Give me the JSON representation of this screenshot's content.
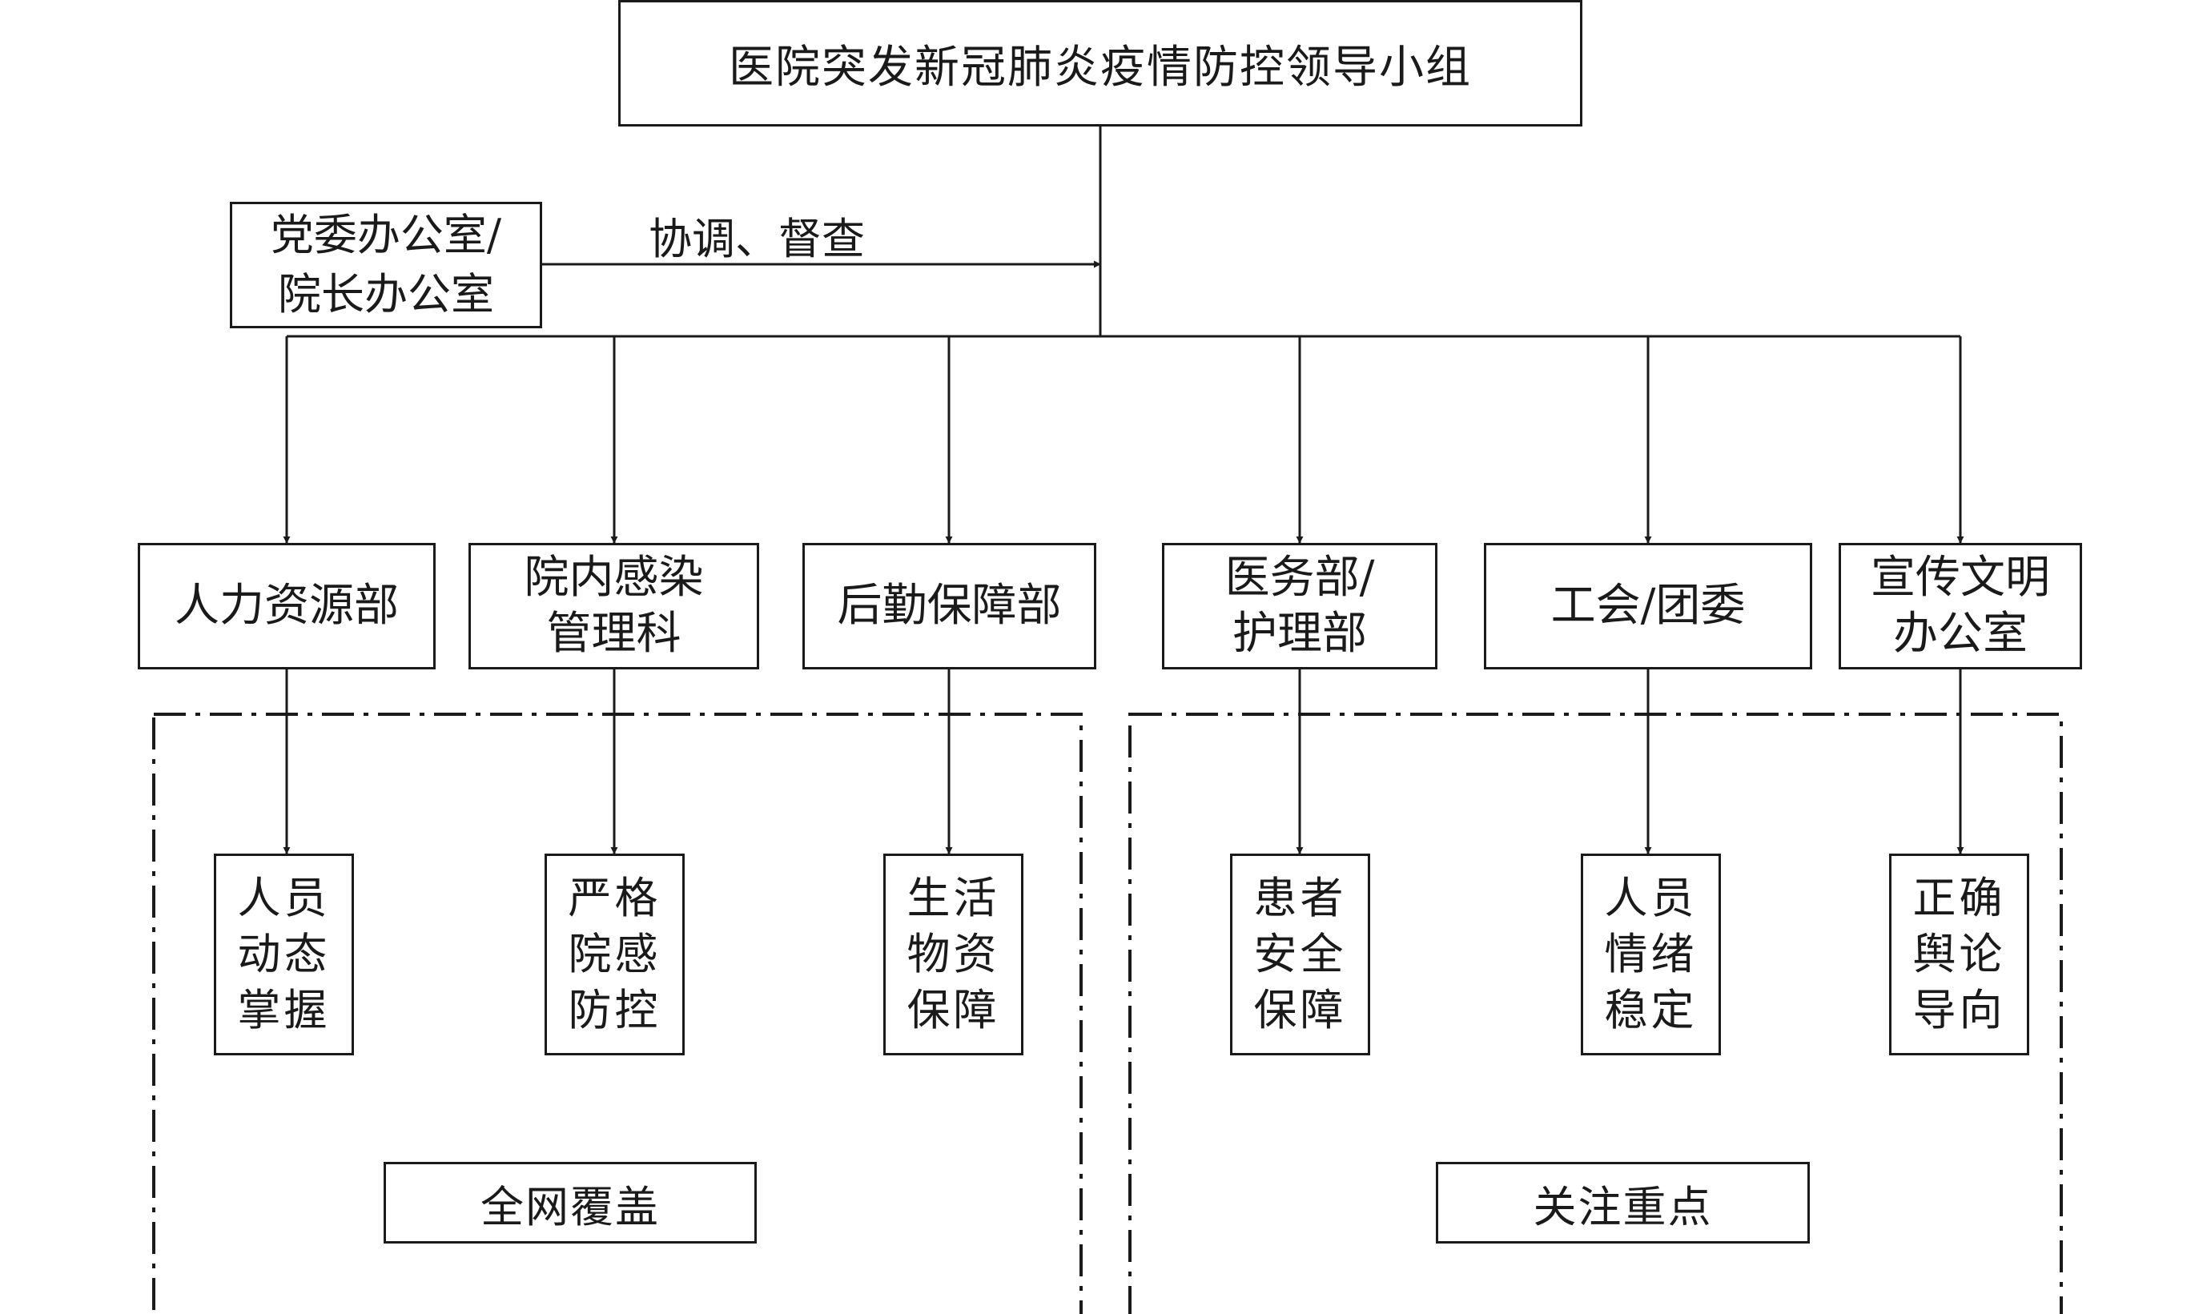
{
  "diagram": {
    "top": {
      "text": "医院突发新冠肺炎疫情防控领导小组"
    },
    "office": {
      "lines": [
        "党委办公室/",
        "院长办公室"
      ]
    },
    "coordination_label": "协调、督查",
    "departments": [
      {
        "lines": [
          "人力资源部"
        ]
      },
      {
        "lines": [
          "院内感染",
          "管理科"
        ]
      },
      {
        "lines": [
          "后勤保障部"
        ]
      },
      {
        "lines": [
          "医务部/",
          "护理部"
        ]
      },
      {
        "lines": [
          "工会/团委"
        ]
      },
      {
        "lines": [
          "宣传文明",
          "办公室"
        ]
      }
    ],
    "tasks": [
      {
        "lines": [
          "人员",
          "动态",
          "掌握"
        ]
      },
      {
        "lines": [
          "严格",
          "院感",
          "防控"
        ]
      },
      {
        "lines": [
          "生活",
          "物资",
          "保障"
        ]
      },
      {
        "lines": [
          "患者",
          "安全",
          "保障"
        ]
      },
      {
        "lines": [
          "人员",
          "情绪",
          "稳定"
        ]
      },
      {
        "lines": [
          "正确",
          "舆论",
          "导向"
        ]
      }
    ],
    "groups": [
      {
        "label": "全网覆盖"
      },
      {
        "label": "关注重点"
      }
    ]
  }
}
